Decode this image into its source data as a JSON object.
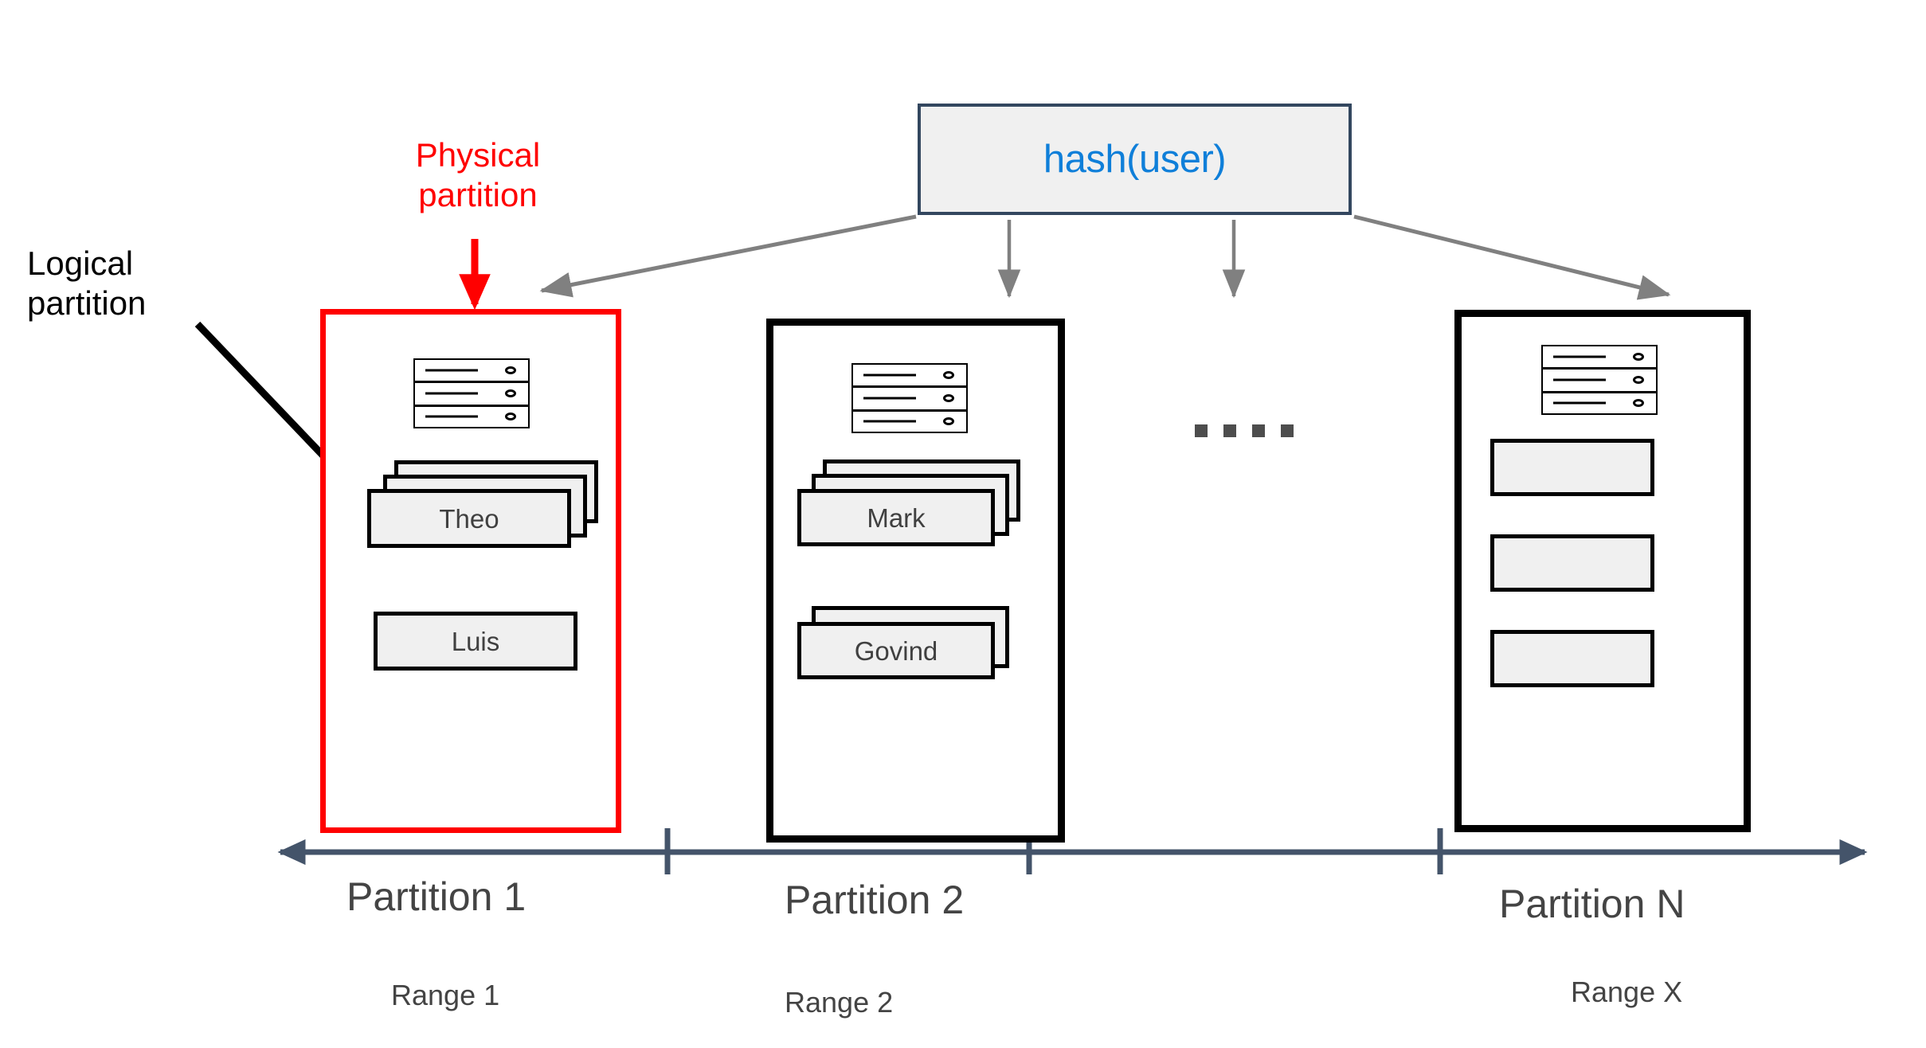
{
  "diagram": {
    "hash_box": {
      "label": "hash(user)",
      "text_color": "#0F7FD9",
      "border_color": "#33475F",
      "fill_color": "#F0F0F0"
    },
    "annotations": {
      "physical_partition": {
        "text": "Physical\npartition",
        "color": "#FF0000"
      },
      "logical_partition": {
        "text": "Logical\npartition",
        "color": "#000000"
      }
    },
    "ellipsis": {
      "name": "continuation-dots",
      "count": 4,
      "color": "#4D4D4D"
    },
    "partitions": [
      {
        "id": "partition-1",
        "axis_label": "Partition 1",
        "range_label": "Range 1",
        "border_color": "#FF0000",
        "highlighted": true,
        "server_icon": "server-rack-icon",
        "items": [
          {
            "label": "Theo",
            "stack_count": 3
          },
          {
            "label": "Luis",
            "stack_count": 1
          }
        ]
      },
      {
        "id": "partition-2",
        "axis_label": "Partition 2",
        "range_label": "Range 2",
        "border_color": "#000000",
        "highlighted": false,
        "server_icon": "server-rack-icon",
        "items": [
          {
            "label": "Mark",
            "stack_count": 3
          },
          {
            "label": "Govind",
            "stack_count": 2
          }
        ]
      },
      {
        "id": "partition-n",
        "axis_label": "Partition N",
        "range_label": "Range X",
        "border_color": "#000000",
        "highlighted": false,
        "server_icon": "server-rack-icon",
        "items": [
          {
            "label": "",
            "stack_count": 1
          },
          {
            "label": "",
            "stack_count": 1
          },
          {
            "label": "",
            "stack_count": 1
          }
        ]
      }
    ],
    "axis": {
      "name": "partition-key-axis",
      "color": "#44546A",
      "double_arrow": true,
      "tick_count": 3
    }
  }
}
